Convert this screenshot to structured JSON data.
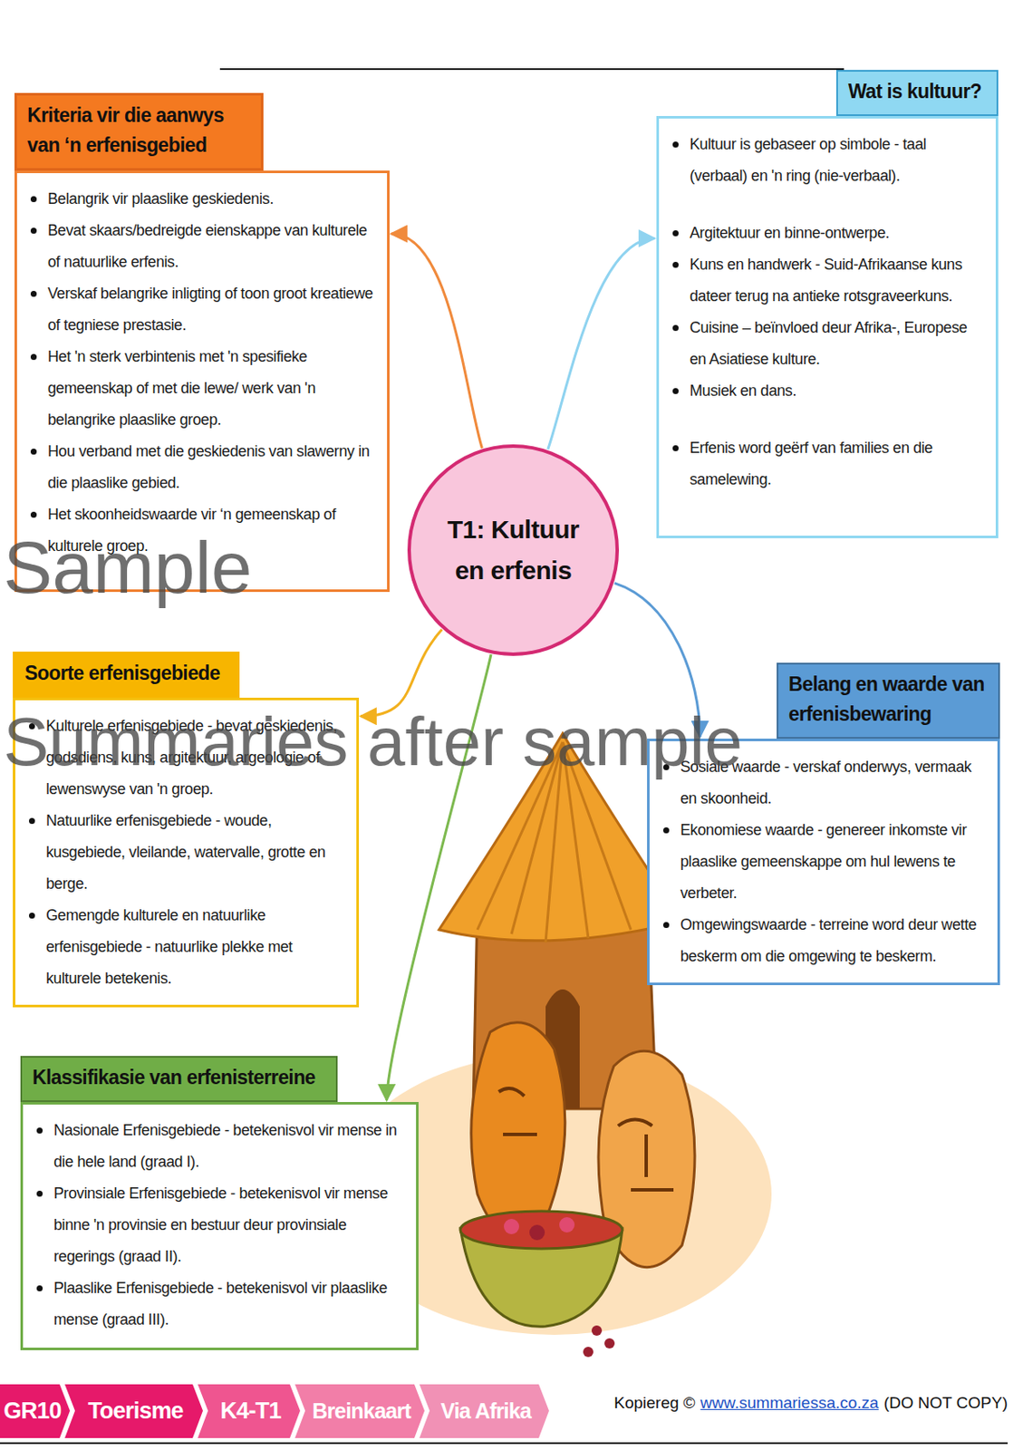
{
  "diagram": {
    "nodes": [
      {
        "text": [
          "Kriteria vir die aanwys van ‘n erfenisgebied",
          "Belangrik vir plaaslike geskiedenis.",
          "Bevat skaars/bedreigde eienskappe van kulturele of natuurlike erfenis.",
          "Verskaf belangrike inligting of toon groot kreatiewe of tegniese prestasie.",
          "Het 'n sterk verbintenis met 'n spesifieke gemeenskap of met die lewe/ werk van 'n belangrike plaaslike groep.",
          "Hou verband met die geskiedenis van slawerny in die plaaslike gebied.",
          "Het skoonheidswaarde vir ‘n gemeenskap of kulturele groep."
        ]
      },
      {
        "text": [
          "Wat is kultuur?",
          "Kultuur is gebaseer op simbole - taal (verbaal) en 'n ring (nie-verbaal).",
          "Argitektuur en binne-ontwerpe.",
          "Kuns en handwerk - Suid-Afrikaanse kuns dateer terug na antieke rotsgraveerkuns.",
          "Cuisine – beïnvloed deur Afrika-, Europese en Asiatiese kulture.",
          "Musiek en dans.",
          "Erfenis word geërf van families en die samelewing."
        ]
      },
      {
        "text": [
          "T1: Kultuur en erfenis"
        ]
      },
      {
        "text": [
          "Soorte erfenisgebiede",
          "Kulturele erfenisgebiede - bevat geskiedenis, godsdiens, kuns, argitektuur, argeologie of lewenswyse van 'n groep.",
          "Natuurlike erfenisgebiede - woude, kusgebiede, vleilande, watervalle, grotte en berge.",
          "Gemengde kulturele en natuurlike erfenisgebiede - natuurlike plekke met kulturele betekenis."
        ]
      },
      {
        "text": [
          "Belang en waarde van erfenisbewaring",
          "Sosiale waarde - verskaf onderwys, vermaak en skoonheid.",
          "Ekonomiese waarde - genereer inkomste vir plaaslike gemeenskappe om hul lewens te verbeter.",
          "Omgewingswaarde - terreine word deur wette beskerm om die omgewing te beskerm."
        ]
      },
      {
        "text": [
          "Klassifikasie van erfenisterreine",
          "Nasionale Erfenisgebiede - betekenisvol vir mense in die hele land (graad I).",
          "Provinsiale Erfenisgebiede - betekenisvol vir mense binne 'n provinsie en bestuur deur provinsiale regerings (graad II).",
          "Plaaslike Erfenisgebiede - betekenisvol vir plaaslike mense (graad III)."
        ]
      }
    ],
    "edges": [
      {
        "from": 2,
        "to": 0,
        "arrow": "to"
      },
      {
        "from": 2,
        "to": 1,
        "arrow": "to"
      },
      {
        "from": 2,
        "to": 3,
        "arrow": "to"
      },
      {
        "from": 2,
        "to": 4,
        "arrow": "to"
      },
      {
        "from": 2,
        "to": 5,
        "arrow": "to"
      }
    ],
    "labels": [
      "Sample",
      "Summaries after sample",
      "GR10",
      "Toerisme",
      "K4-T1",
      "Breinkaart",
      "Via Afrika",
      "Kopiereg ©",
      "www.summariessa.co.za",
      "(DO NOT COPY)"
    ]
  }
}
